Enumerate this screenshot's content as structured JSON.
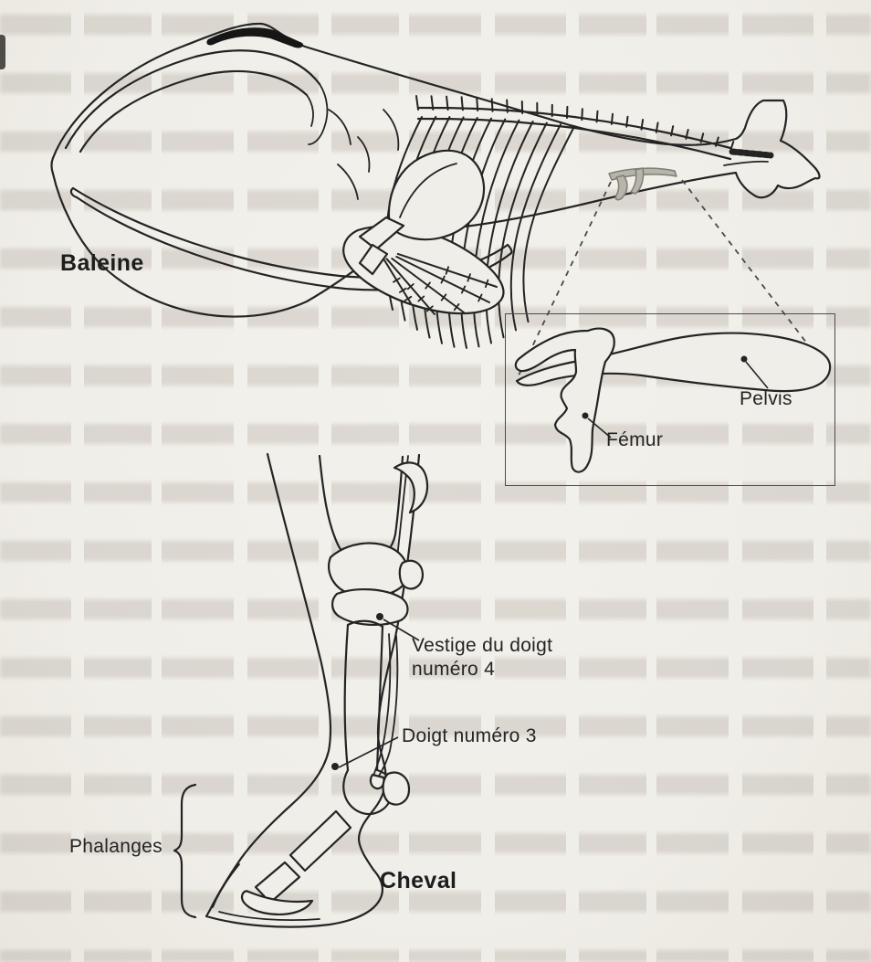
{
  "figure": {
    "whale": {
      "label": "Baleine"
    },
    "inset": {
      "pelvis_label": "Pelvis",
      "femur_label": "Fémur"
    },
    "horse": {
      "label": "Cheval",
      "vestige_label": "Vestige du doigt\nnuméro 4",
      "digit3_label": "Doigt numéro 3",
      "phalanges_label": "Phalanges"
    },
    "colors": {
      "paper": "#f0eee8",
      "ink": "#242424",
      "ghost_text": "rgba(105,96,82,0.16)",
      "vestigial_bone_fill": "#b7b4ab",
      "dashed_line": "#4a4a4a"
    }
  }
}
